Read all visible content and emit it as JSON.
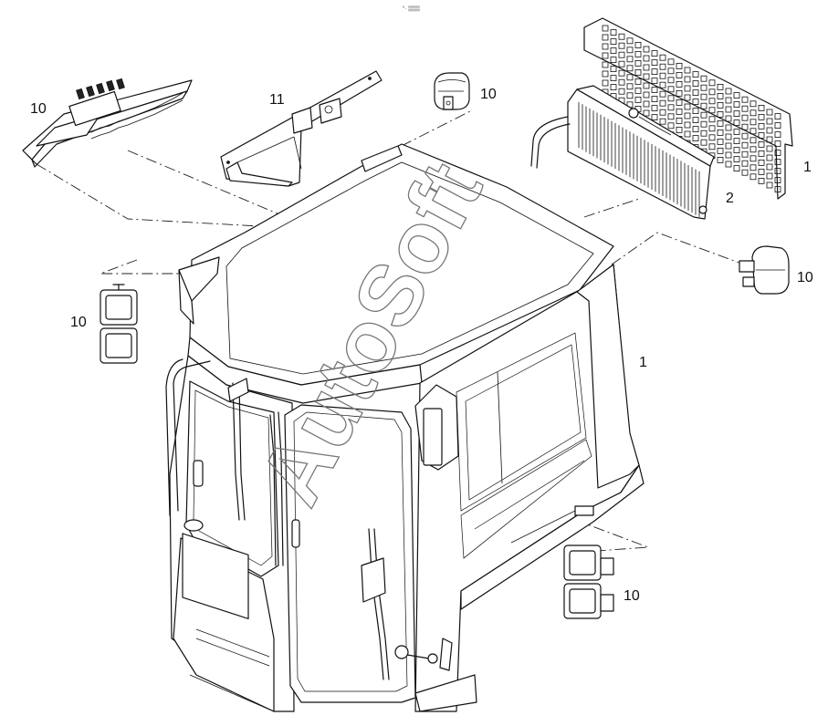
{
  "diagram": {
    "header_mark": "°· ▒▒▒",
    "watermark": "AutoSoft",
    "callouts": [
      {
        "id": "c10-a",
        "text": "10"
      },
      {
        "id": "c11",
        "text": "11"
      },
      {
        "id": "c10-b",
        "text": "10"
      },
      {
        "id": "c1-a",
        "text": "1"
      },
      {
        "id": "c2",
        "text": "2"
      },
      {
        "id": "c10-c",
        "text": "10"
      },
      {
        "id": "c10-d",
        "text": "10"
      },
      {
        "id": "c1-b",
        "text": "1"
      },
      {
        "id": "c10-e",
        "text": "10"
      }
    ]
  }
}
